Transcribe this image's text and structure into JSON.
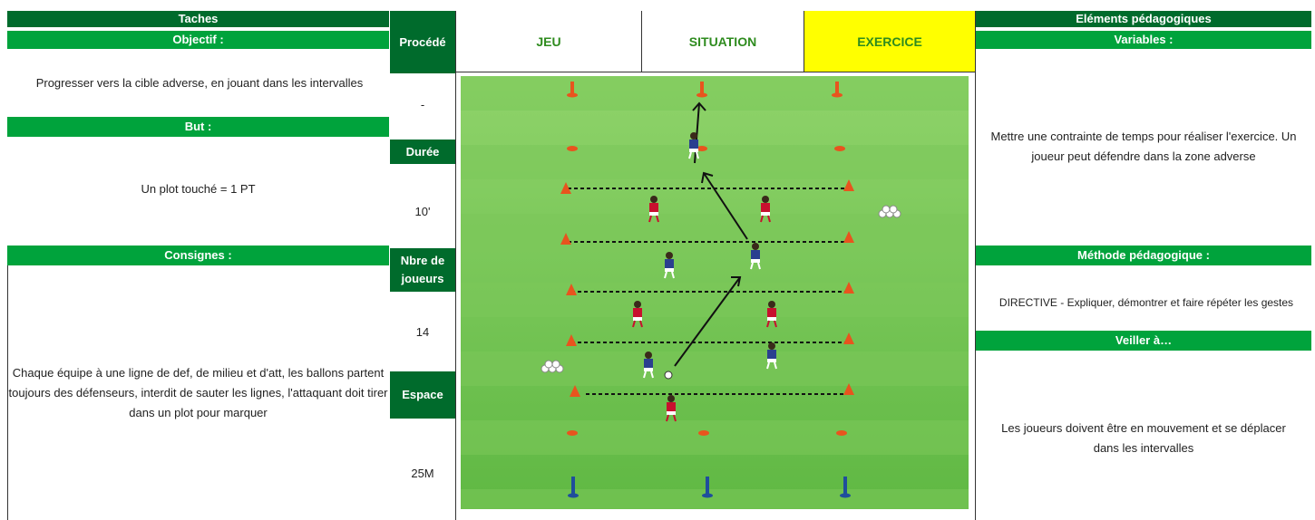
{
  "left": {
    "taches": "Taches",
    "objectif_label": "Objectif :",
    "objectif_text": "Progresser vers la cible adverse, en jouant dans les intervalles",
    "but_label": "But :",
    "but_text": "Un plot touché = 1 PT",
    "consignes_label": "Consignes :",
    "consignes_text": "Chaque équipe à une ligne de def, de milieu et d'att, les ballons partent toujours des défenseurs, interdit de sauter les lignes, l'attaquant doit tirer dans un plot pour marquer"
  },
  "mid": {
    "procede_label": "Procédé",
    "procede_value": "-",
    "duree_label": "Durée",
    "duree_value": "10'",
    "joueurs_label_1": "Nbre de",
    "joueurs_label_2": "joueurs",
    "joueurs_value": "14",
    "espace_label": "Espace",
    "espace_value": "25M"
  },
  "types": {
    "jeu": "JEU",
    "situation": "SITUATION",
    "exercice": "EXERCICE",
    "selected_color": "#ffff00",
    "text_color": "#2e8b1e"
  },
  "right": {
    "elements": "Eléments pédagogiques",
    "variables_label": "Variables :",
    "variables_text": "Mettre une contrainte de temps pour réaliser l'exercice. Un joueur peut défendre dans la zone adverse",
    "methode_label": "Méthode pédagogique :",
    "methode_text": "DIRECTIVE - Expliquer, démontrer et faire répéter les gestes",
    "veiller_label": "Veiller à…",
    "veiller_text": "Les joueurs doivent être en mouvement et se déplacer dans les intervalles"
  },
  "colors": {
    "dark_green": "#006b2c",
    "light_green": "#00a33c",
    "team_red": "#c8102e",
    "team_blue": "#2a3f8f",
    "cone_orange": "#e8541e",
    "pole_blue": "#1f4e9c"
  }
}
